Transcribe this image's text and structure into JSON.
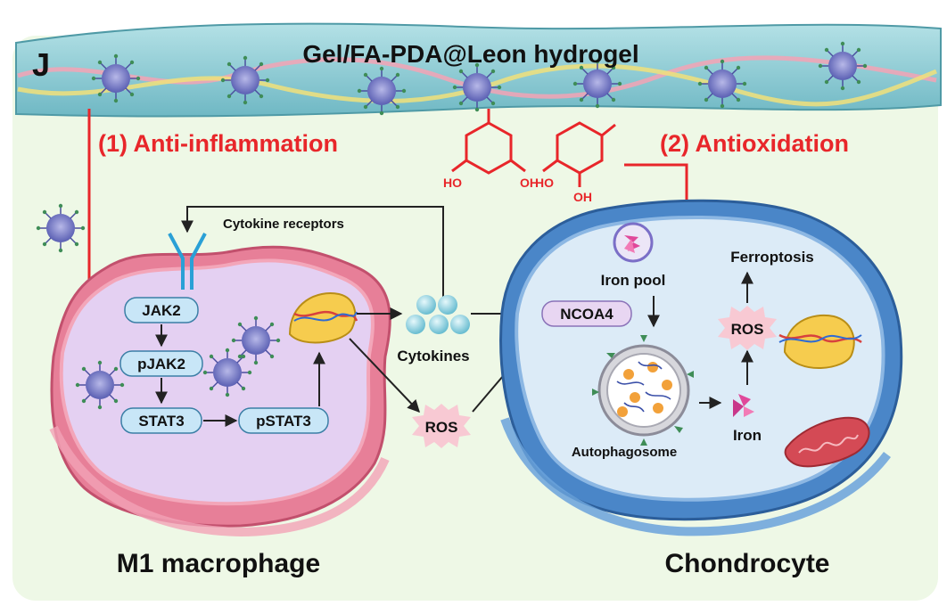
{
  "panel_label": "J",
  "hydrogel_title": "Gel/FA-PDA@Leon hydrogel",
  "pathway_1_label": "(1) Anti-inflammation",
  "pathway_2_label": "(2) Antioxidation",
  "hydroxyl_labels": [
    "HO",
    "OH",
    "HO",
    "OH"
  ],
  "macrophage": {
    "title": "M1 macrophage",
    "receptor_label": "Cytokine receptors",
    "nodes": {
      "jak2": "JAK2",
      "pjak2": "pJAK2",
      "stat3": "STAT3",
      "pstat3": "pSTAT3"
    }
  },
  "cytokines_label": "Cytokines",
  "ros_mid_label": "ROS",
  "chondrocyte": {
    "title": "Chondrocyte",
    "iron_pool": "Iron pool",
    "ncoa4": "NCOA4",
    "autophagosome": "Autophagosome",
    "iron": "Iron",
    "ros": "ROS",
    "ferroptosis": "Ferroptosis"
  },
  "colors": {
    "red": "#e8262a",
    "hydrogel": "#8ecdd6",
    "background": "#eef8e6",
    "macrophage_membrane": "#e77f98",
    "macrophage_interior": "#e4d0f2",
    "chondrocyte_membrane": "#4a86c8",
    "chondrocyte_interior": "#dcebf7",
    "node_fill": "#c8e6f7",
    "ros_burst": "#f8c9d3",
    "ncoa4_fill": "#e8d6f2"
  }
}
